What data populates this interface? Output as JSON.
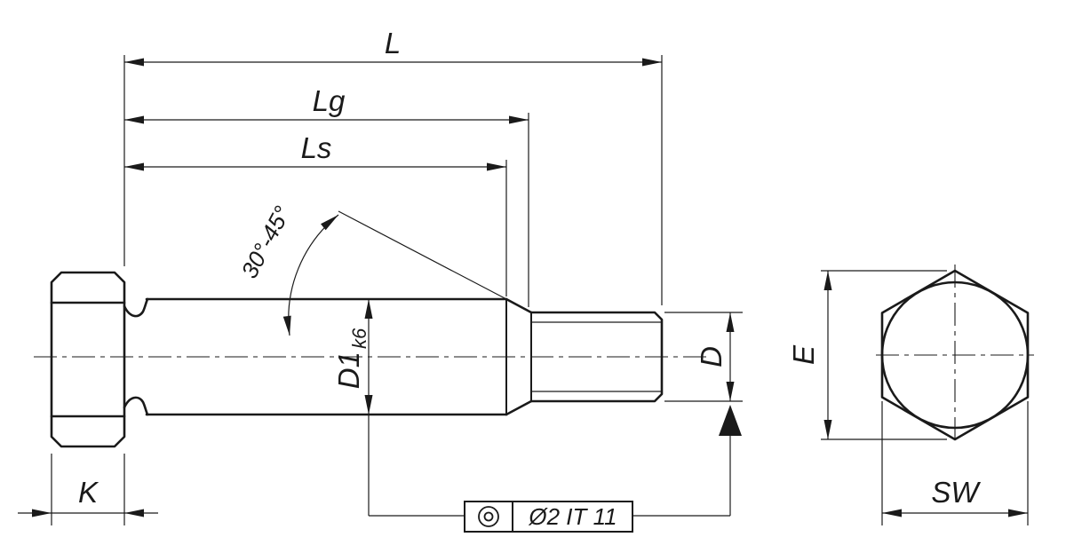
{
  "drawing": {
    "type": "technical-drawing",
    "subject": "Hexagon head shoulder screw — side view with head end view",
    "background_color": "#ffffff",
    "line_color": "#1a1a1a",
    "dimensions": {
      "overall_length": {
        "label": "L"
      },
      "grip_length": {
        "label": "Lg"
      },
      "shoulder_length": {
        "label": "Ls"
      },
      "chamfer_angle": {
        "label": "30°-45°"
      },
      "shoulder_diameter": {
        "label": "D1",
        "tolerance": "k6"
      },
      "thread_diameter": {
        "label": "D"
      },
      "head_height": {
        "label": "K"
      },
      "width_across_corners": {
        "label": "E"
      },
      "width_across_flats": {
        "label": "SW"
      }
    },
    "feature_control_frame": {
      "symbol_icon": "concentricity-icon",
      "value": "Ø2 IT 11"
    }
  }
}
